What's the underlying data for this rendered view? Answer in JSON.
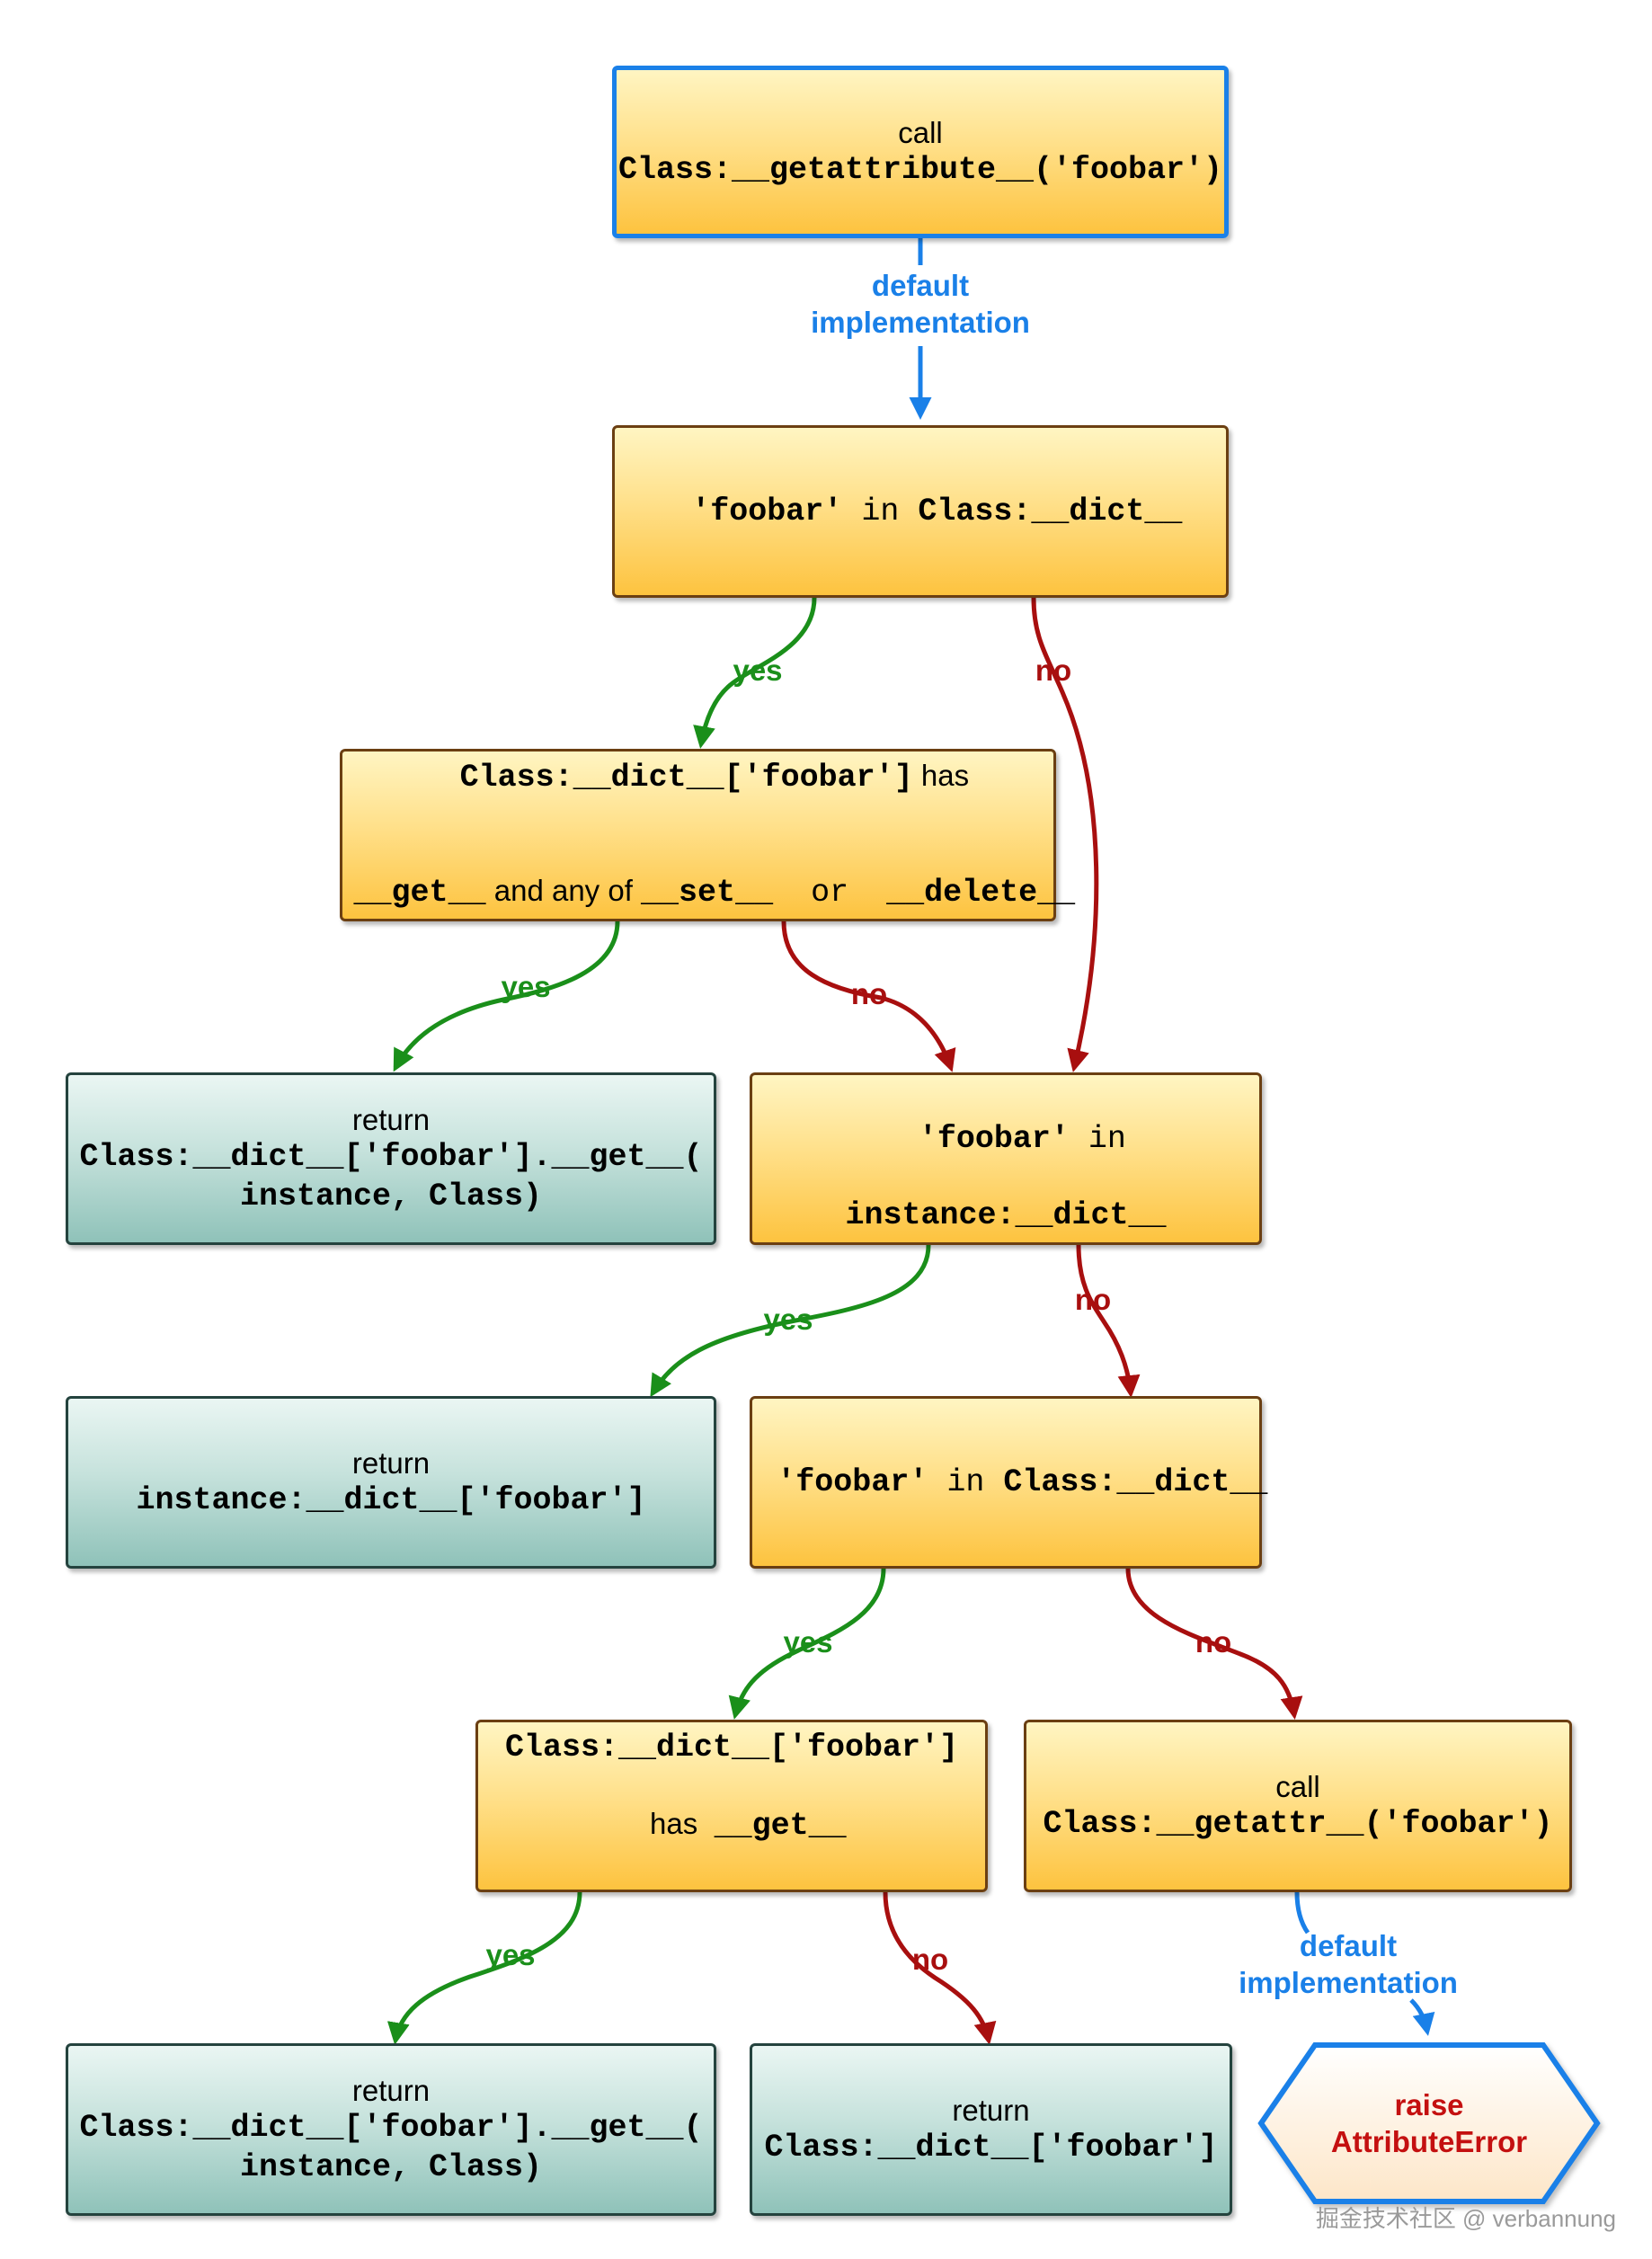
{
  "start": {
    "line1": "call",
    "line2": "Class:__getattribute__('foobar')"
  },
  "edge_default_1": {
    "line1": "default",
    "line2": "implementation"
  },
  "check_class_dict": {
    "mono_a": "'foobar'",
    "plain_a": " in ",
    "mono_b": "Class:__dict__"
  },
  "check_data_descriptor": {
    "l1_mono": "Class:__dict__['foobar']",
    "l1_plain": " has",
    "l2_mono_a": "__get__",
    "l2_plain_a": " and any of ",
    "l2_mono_b": "__set__",
    "l2_plain_b": "  or  ",
    "l2_mono_c": "__delete__"
  },
  "return_descriptor_1": {
    "line1": "return",
    "line2": "Class:__dict__['foobar'].__get__(",
    "line3": "instance, Class)"
  },
  "check_instance_dict": {
    "l1_mono": "'foobar'",
    "l1_plain": " in",
    "line2": "instance:__dict__"
  },
  "return_instance_value": {
    "line1": "return",
    "line2": "instance:__dict__['foobar']"
  },
  "check_class_dict_2": {
    "mono_a": "'foobar'",
    "plain_a": " in ",
    "mono_b": "Class:__dict__"
  },
  "check_non_data_descriptor": {
    "line1": "Class:__dict__['foobar']",
    "l2_plain": "has  ",
    "l2_mono": "__get__"
  },
  "call_getattr": {
    "line1": "call",
    "line2": "Class:__getattr__('foobar')"
  },
  "edge_default_2": {
    "line1": "default",
    "line2": "implementation"
  },
  "return_descriptor_2": {
    "line1": "return",
    "line2": "Class:__dict__['foobar'].__get__(",
    "line3": "instance, Class)"
  },
  "return_class_value": {
    "line1": "return",
    "line2": "Class:__dict__['foobar']"
  },
  "raise_error": {
    "line1": "raise",
    "line2": "AttributeError"
  },
  "labels": {
    "yes": "yes",
    "no": "no"
  },
  "watermark": "掘金技术社区 @ verbannung",
  "colors": {
    "yes": "#1a8f1a",
    "no": "#a80f0f",
    "default": "#1a80e8",
    "error": "#c41010"
  }
}
